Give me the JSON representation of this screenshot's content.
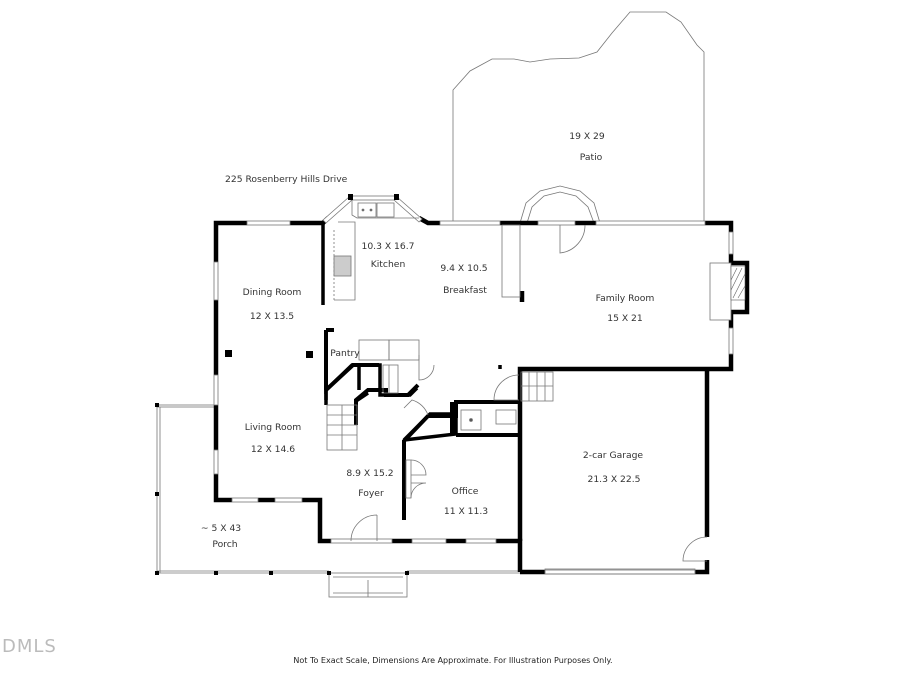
{
  "address": "225 Rosenberry Hills Drive",
  "disclaimer": "Not To Exact Scale, Dimensions Are Approximate. For Illustration Purposes Only.",
  "watermark": "DMLS",
  "rooms": {
    "patio": {
      "name": "Patio",
      "size": "19 X 29"
    },
    "kitchen": {
      "name": "Kitchen",
      "size": "10.3 X 16.7"
    },
    "breakfast": {
      "name": "Breakfast",
      "size": "9.4 X 10.5"
    },
    "family_room": {
      "name": "Family Room",
      "size": "15 X 21"
    },
    "dining_room": {
      "name": "Dining Room",
      "size": "12 X 13.5"
    },
    "pantry": {
      "name": "Pantry"
    },
    "living_room": {
      "name": "Living Room",
      "size": "12 X 14.6"
    },
    "foyer": {
      "name": "Foyer",
      "size": "8.9 X 15.2"
    },
    "office": {
      "name": "Office",
      "size": "11 X 11.3"
    },
    "garage": {
      "name": "2-car Garage",
      "size": "21.3 X 22.5"
    },
    "porch": {
      "name": "Porch",
      "size": "~ 5 X 43"
    }
  },
  "colors": {
    "wall": "#000000",
    "thin_line": "#777777",
    "text": "#333333"
  }
}
